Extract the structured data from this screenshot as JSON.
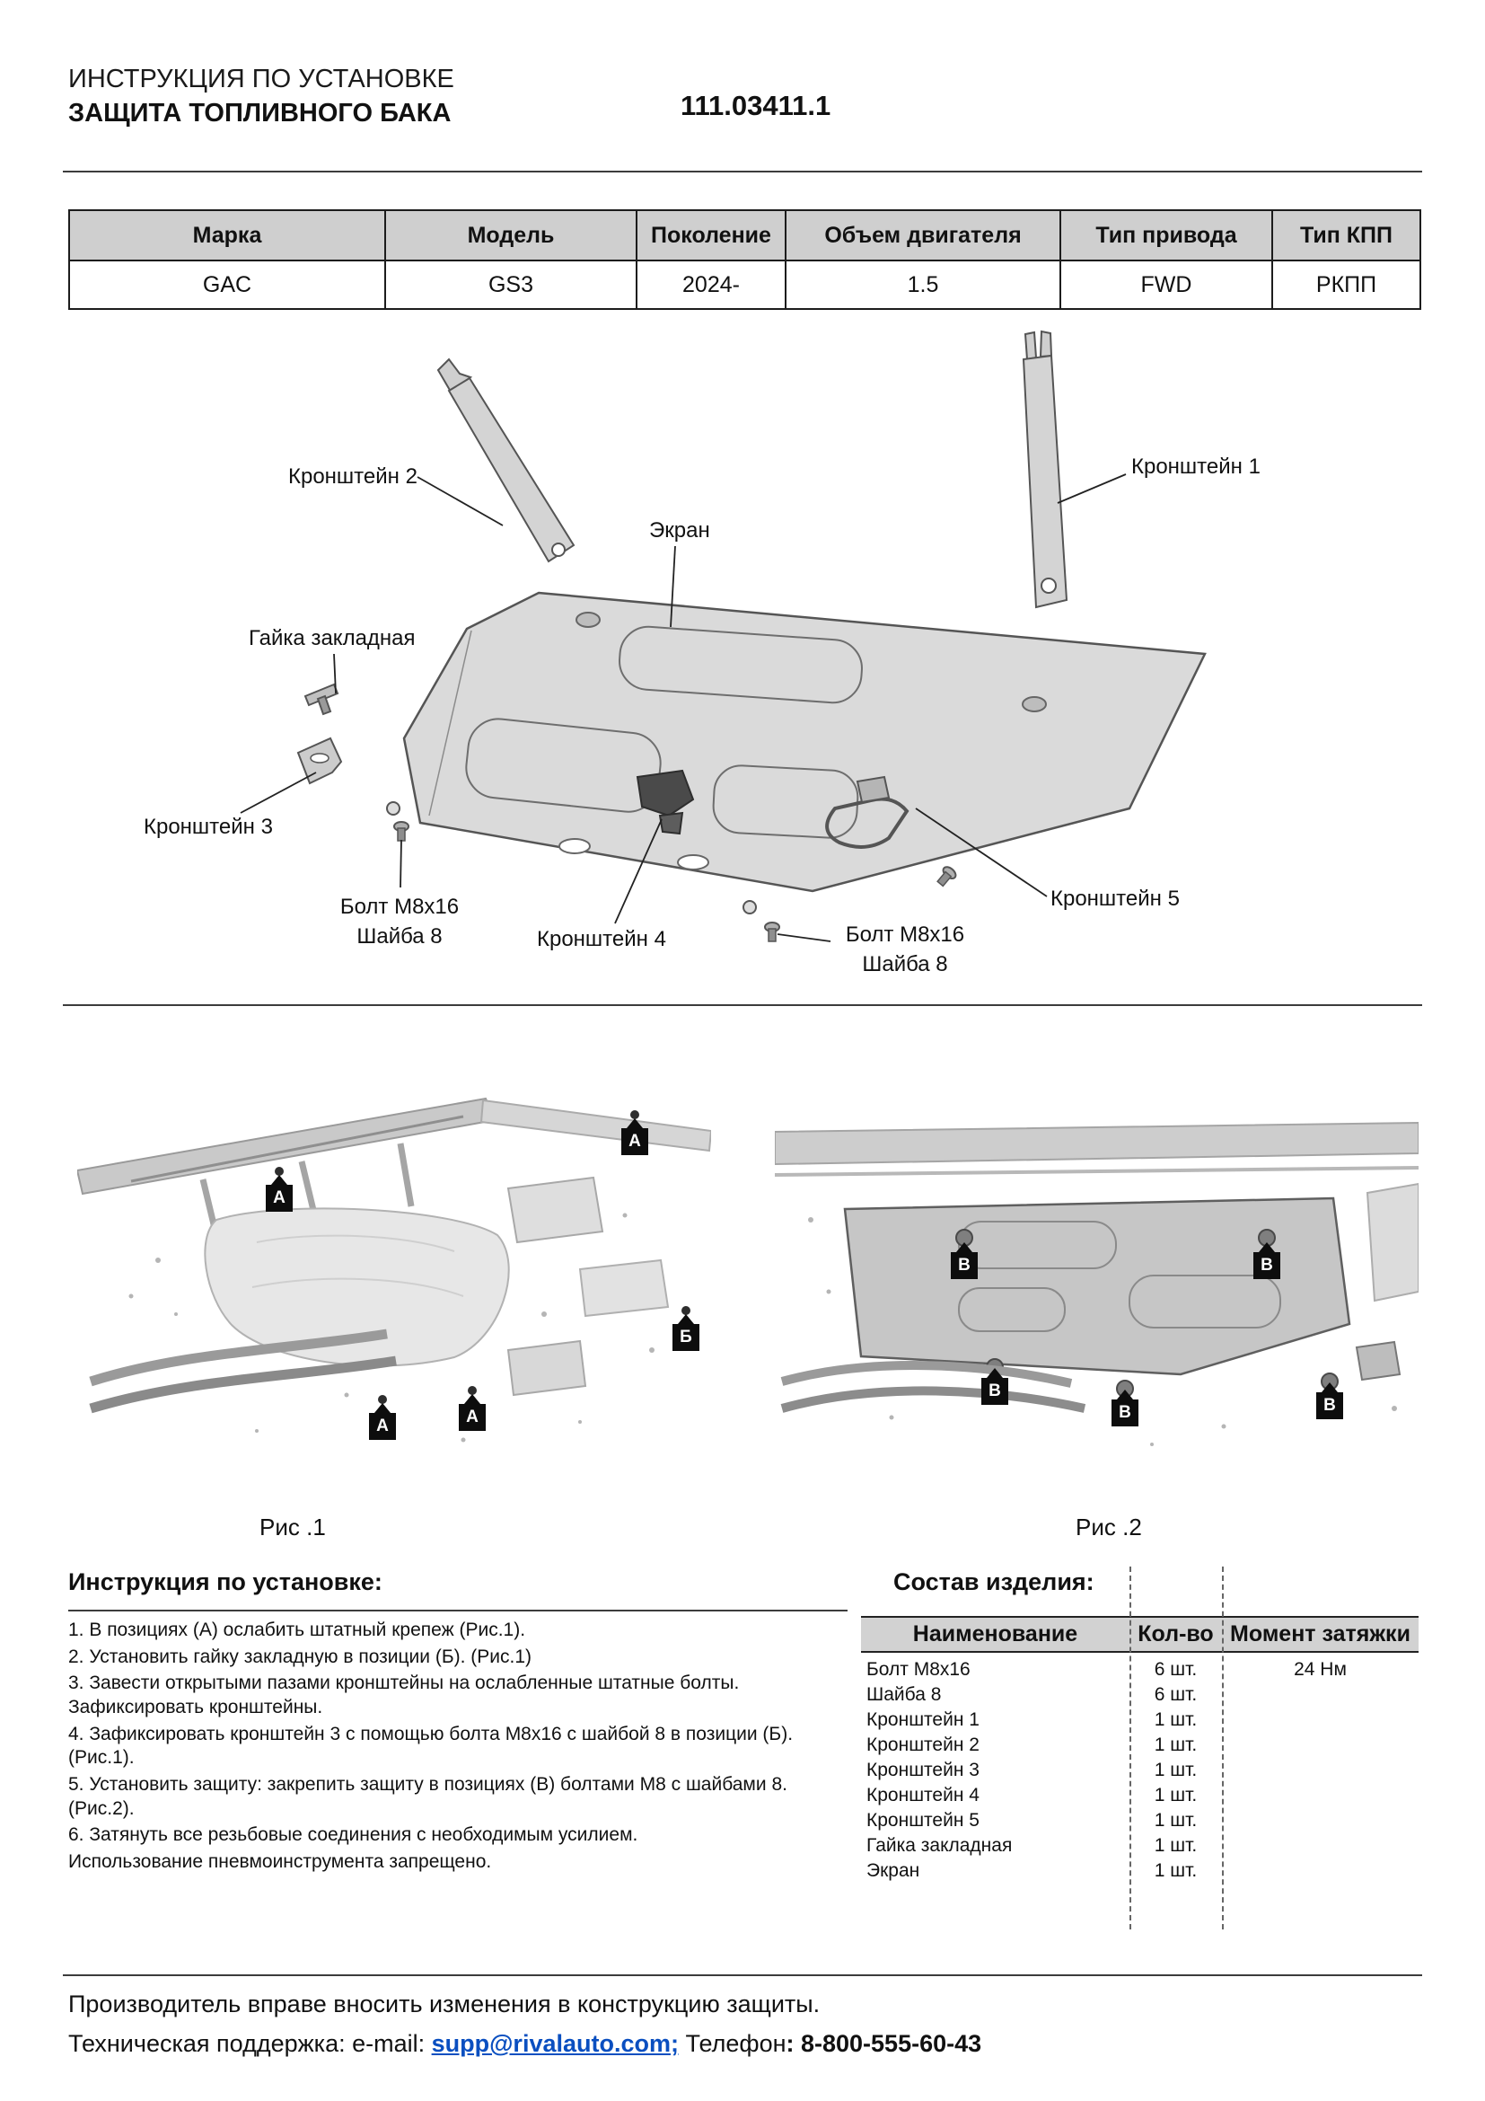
{
  "header": {
    "title_line1": "ИНСТРУКЦИЯ ПО УСТАНОВКЕ",
    "title_line2": "ЗАЩИТА ТОПЛИВНОГО БАКА",
    "part_number": "111.03411.1"
  },
  "spec_table": {
    "headers": [
      "Марка",
      "Модель",
      "Поколение",
      "Объем двигателя",
      "Тип привода",
      "Тип КПП"
    ],
    "values": [
      "GAC",
      "GS3",
      "2024-",
      "1.5",
      "FWD",
      "РКПП"
    ]
  },
  "diagram": {
    "bracket2": "Кронштейн 2",
    "screen": "Экран",
    "bracket1": "Кронштейн 1",
    "embed_nut": "Гайка закладная",
    "bracket3": "Кронштейн 3",
    "bolt_left_l1": "Болт М8х16",
    "bolt_left_l2": "Шайба 8",
    "bracket4": "Кронштейн 4",
    "bolt_right_l1": "Болт М8х16",
    "bolt_right_l2": "Шайба 8",
    "bracket5": "Кронштейн 5"
  },
  "figures": {
    "fig1": {
      "caption": "Рис .1",
      "markers": [
        "А",
        "А",
        "Б",
        "А",
        "А"
      ]
    },
    "fig2": {
      "caption": "Рис .2",
      "markers": [
        "В",
        "В",
        "В",
        "В",
        "В"
      ]
    }
  },
  "instructions": {
    "title": "Инструкция по установке:",
    "steps": [
      "1. В позициях (А) ослабить штатный крепеж (Рис.1).",
      "2. Установить гайку закладную в позиции (Б). (Рис.1)",
      "3. Завести открытыми пазами кронштейны на ослабленные штатные болты. Зафиксировать кронштейны.",
      "4. Зафиксировать кронштейн 3 с помощью болта М8х16 с шайбой 8 в позиции (Б). (Рис.1).",
      "5. Установить защиту: закрепить защиту в позициях (В) болтами М8 с шайбами 8. (Рис.2).",
      "6. Затянуть все резьбовые соединения с необходимым усилием.",
      "Использование пневмоинструмента запрещено."
    ]
  },
  "parts": {
    "title": "Состав изделия:",
    "headers": [
      "Наименование",
      "Кол-во",
      "Момент затяжки"
    ],
    "rows": [
      {
        "name": "Болт М8х16",
        "qty": "6 шт.",
        "torque": "24 Нм"
      },
      {
        "name": "Шайба 8",
        "qty": "6 шт.",
        "torque": ""
      },
      {
        "name": "Кронштейн 1",
        "qty": "1 шт.",
        "torque": ""
      },
      {
        "name": "Кронштейн 2",
        "qty": "1 шт.",
        "torque": ""
      },
      {
        "name": "Кронштейн 3",
        "qty": "1 шт.",
        "torque": ""
      },
      {
        "name": "Кронштейн 4",
        "qty": "1 шт.",
        "torque": ""
      },
      {
        "name": "Кронштейн 5",
        "qty": "1 шт.",
        "torque": ""
      },
      {
        "name": "Гайка закладная",
        "qty": "1 шт.",
        "torque": ""
      },
      {
        "name": "Экран",
        "qty": "1 шт.",
        "torque": ""
      }
    ]
  },
  "footer": {
    "disclaimer": "Производитель вправе вносить изменения в конструкцию защиты.",
    "support_prefix": "Техническая поддержка:  e-mail: ",
    "email_link": "supp@rivalauto.com;",
    "phone_label": " Телефон",
    "phone_value": ": 8-800-555-60-43"
  },
  "colors": {
    "link_blue": "#0a4fc0",
    "table_header_gray": "#cfcfcf",
    "marker_black": "#0d0d0d"
  }
}
